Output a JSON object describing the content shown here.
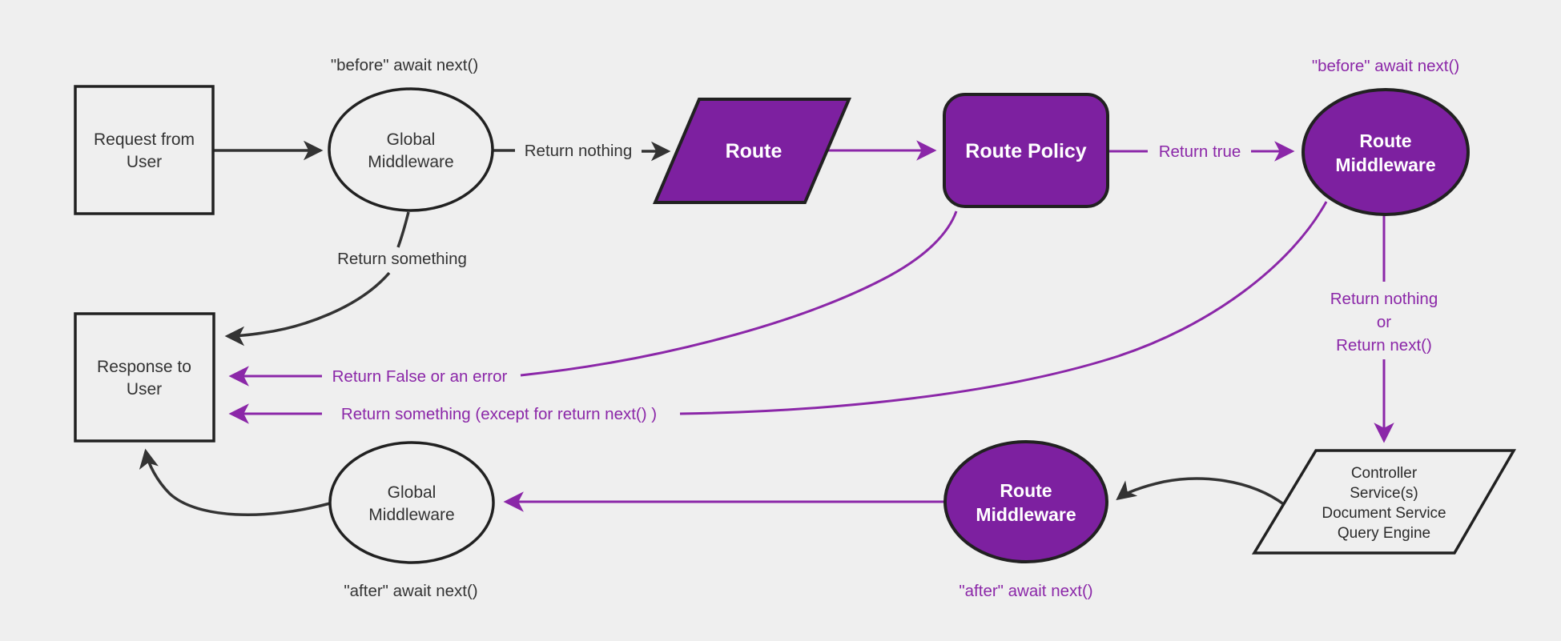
{
  "diagram": {
    "description_colors": {
      "background": "#efefef",
      "purple_fill": "#7d20a0",
      "purple_line": "#8b27a8",
      "black_line": "#333333",
      "shape_border": "#212121",
      "white_text": "#ffffff"
    },
    "nodes": {
      "request": {
        "line1": "Request from",
        "line2": "User"
      },
      "global_middleware_top": {
        "line1": "Global",
        "line2": "Middleware"
      },
      "route": {
        "label": "Route"
      },
      "route_policy": {
        "label": "Route Policy"
      },
      "route_middleware_top": {
        "line1": "Route",
        "line2": "Middleware"
      },
      "response": {
        "line1": "Response to",
        "line2": "User"
      },
      "global_middleware_bottom": {
        "line1": "Global",
        "line2": "Middleware"
      },
      "route_middleware_bottom": {
        "line1": "Route",
        "line2": "Middleware"
      },
      "controller": {
        "lines": [
          "Controller",
          "Service(s)",
          "Document Service",
          "Query Engine"
        ]
      }
    },
    "edge_labels": {
      "before_await_top": "\"before\" await next()",
      "return_nothing": "Return nothing",
      "return_true": "Return true",
      "before_await_right": "\"before\" await next()",
      "return_something": "Return something",
      "return_nothing_or_line1": "Return nothing",
      "return_nothing_or_line2": "or",
      "return_nothing_or_line3": "Return next()",
      "return_false_or_error": "Return False or an error",
      "return_something_except": "Return something (except for return next() )",
      "after_await_left": "\"after\" await next()",
      "after_await_mid": "\"after\" await next()"
    }
  }
}
